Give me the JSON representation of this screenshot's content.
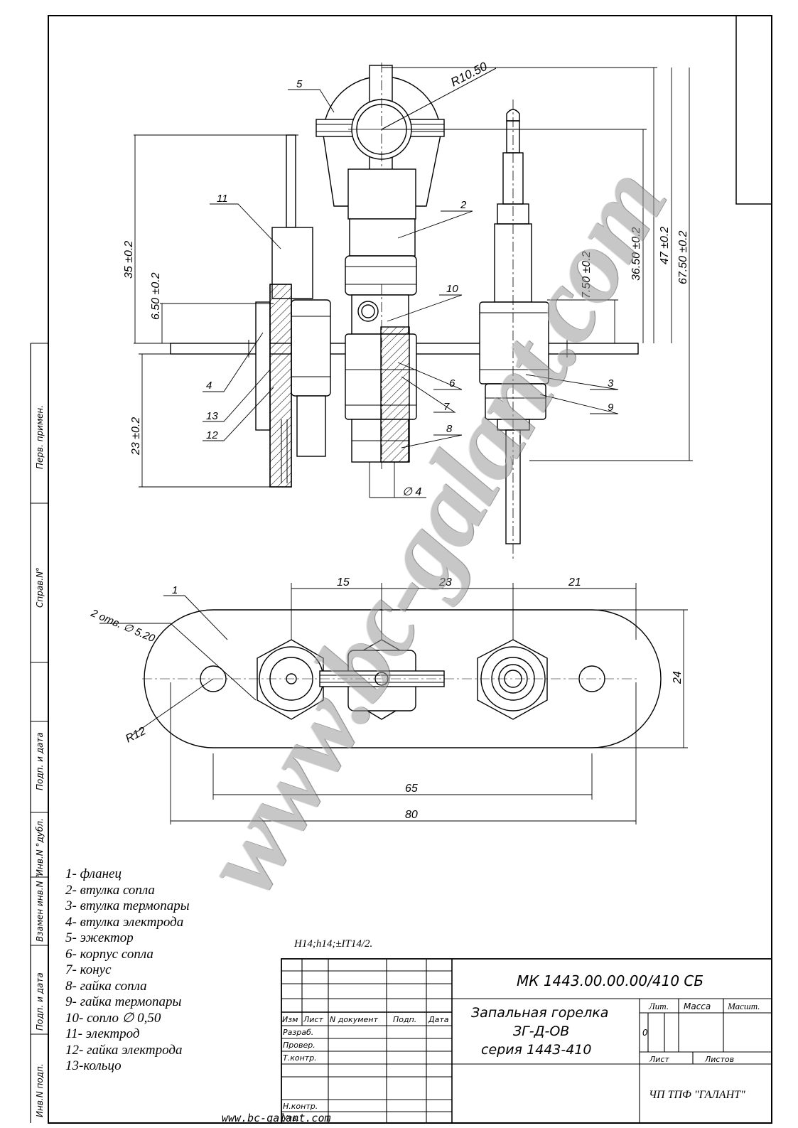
{
  "drawing": {
    "number": "МК 1443.00.00.00/410 СБ",
    "title_lines": [
      "Запальная горелка",
      "ЗГ-Д-ОВ",
      "серия 1443-410"
    ],
    "organization": "ЧП ТПФ \"ГАЛАНТ\"",
    "tolerance_note": "H14;h14;±IT14/2.",
    "website": "www.bc-galant.com",
    "watermark": "www.bc-galant.com",
    "lit_value": "0"
  },
  "title_block": {
    "header": {
      "izm": "Изм",
      "list": "Лист",
      "doc": "N документ",
      "podp": "Подп.",
      "data": "Дата"
    },
    "roles": [
      "Разраб.",
      "Провер.",
      "Т.контр.",
      "",
      "Н.контр.",
      "Утв."
    ],
    "lit": "Лит.",
    "massa": "Масса",
    "masshtab": "Масшт.",
    "sheet": "Лист",
    "sheets": "Листов"
  },
  "side_stamps": [
    "Перв. примен.",
    "Справ.N°",
    "Подп. и дата",
    "Инв.N °дубл.",
    "Взамен инв.N °",
    "Подп. и дата",
    "Инв.N подп."
  ],
  "legend": [
    "1- фланец",
    "2- втулка сопла",
    "3- втулка термопары",
    "4- втулка электрода",
    "5- эжектор",
    "6- корпус сопла",
    "7- конус",
    "8- гайка сопла",
    "9- гайка термопары",
    "10- сопло ∅ 0,50",
    "11- электрод",
    "12- гайка электрода",
    "13-кольцо"
  ],
  "dimensions": {
    "r1050": "R10.50",
    "d35": "35 ±0.2",
    "d650": "6.50 ±0.2",
    "d23": "23 ±0.2",
    "d750": "7.50 ±0.2",
    "d3650": "36.50 ±0.2",
    "d47": "47 ±0.2",
    "d6750": "67.50 ±0.2",
    "dia4": "∅ 4",
    "d15": "15",
    "d23b": "23",
    "d21": "21",
    "d24": "24",
    "d65": "65",
    "d80": "80",
    "r12": "R12",
    "holes": "2 отв. ∅ 5.20"
  },
  "callouts": [
    "1",
    "2",
    "3",
    "4",
    "5",
    "6",
    "7",
    "8",
    "9",
    "10",
    "11",
    "12",
    "13"
  ]
}
